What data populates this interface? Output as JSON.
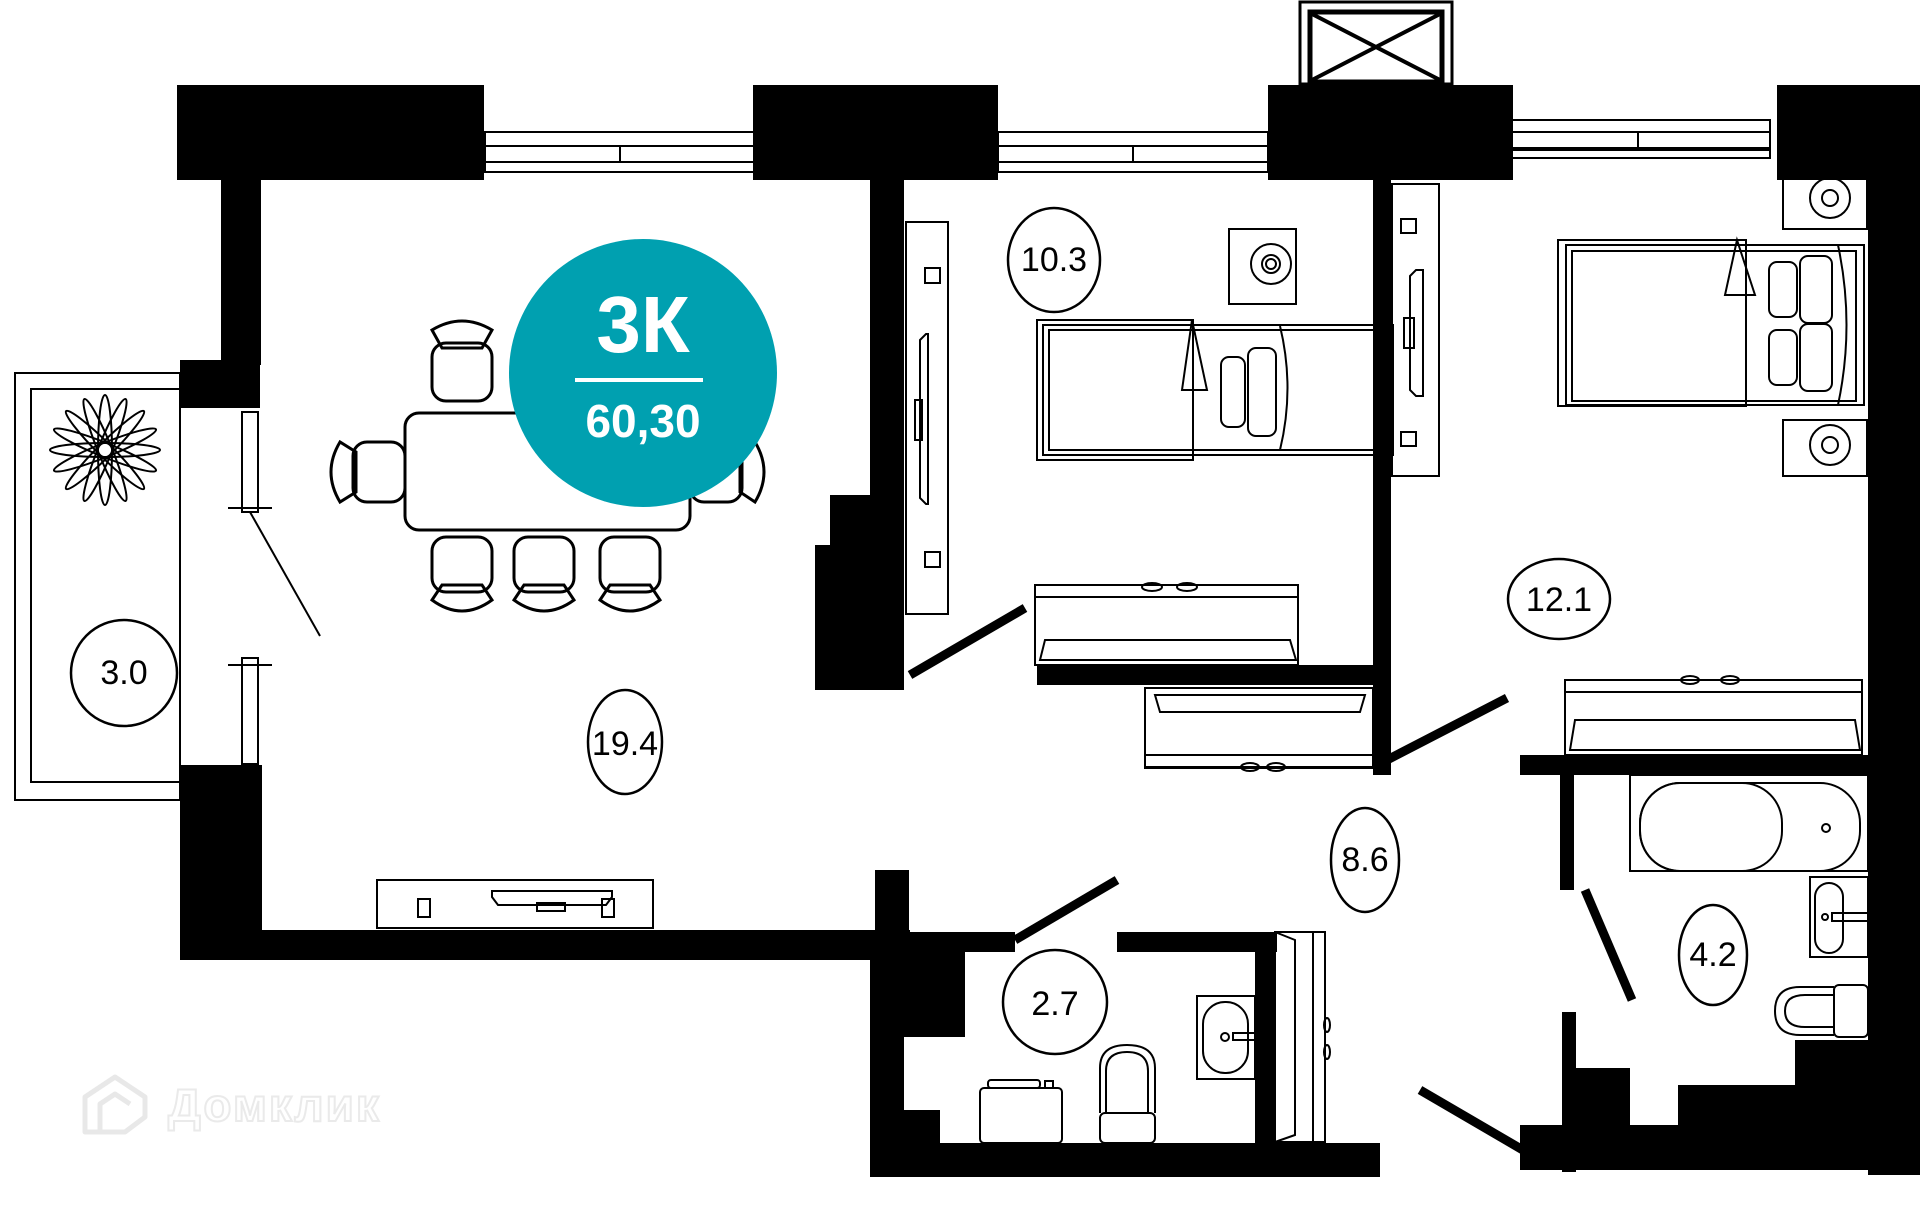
{
  "apartment": {
    "type_label": "3К",
    "total_area": "60,30",
    "badge_color": "#00A0B0"
  },
  "rooms": [
    {
      "id": "living-room",
      "area": "19.4"
    },
    {
      "id": "bedroom-1",
      "area": "10.3"
    },
    {
      "id": "bedroom-2",
      "area": "12.1"
    },
    {
      "id": "hallway",
      "area": "8.6"
    },
    {
      "id": "bathroom",
      "area": "4.2"
    },
    {
      "id": "toilet",
      "area": "2.7"
    },
    {
      "id": "balcony",
      "area": "3.0"
    }
  ],
  "watermark": {
    "text": "Домклик"
  }
}
